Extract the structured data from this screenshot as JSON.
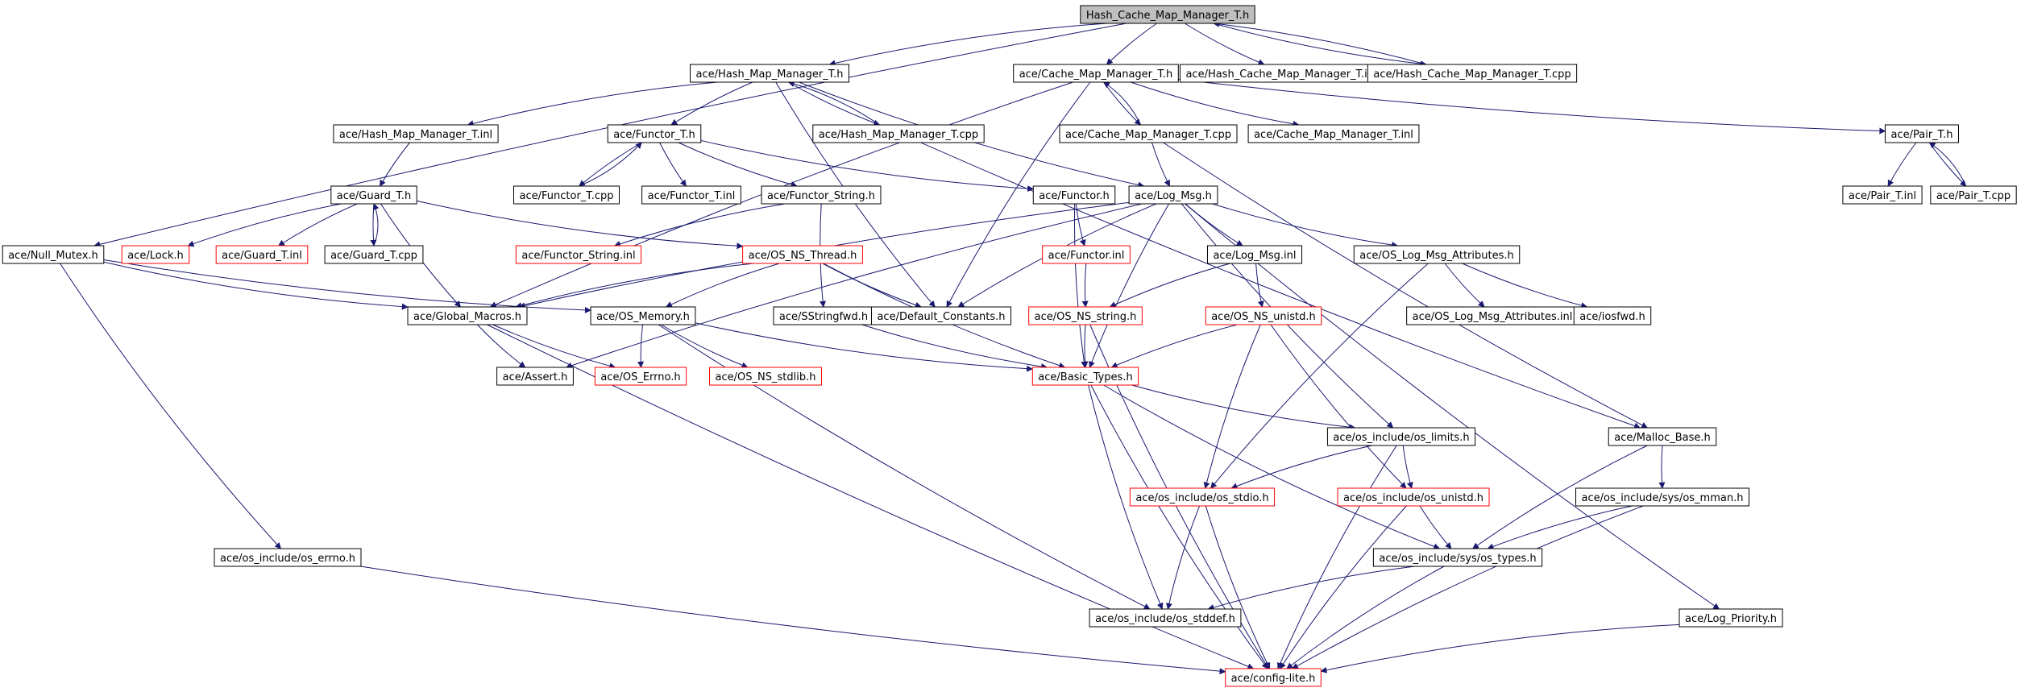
{
  "nodes": [
    {
      "id": "root",
      "label": "Hash_Cache_Map_Manager_T.h",
      "style": "root"
    },
    {
      "id": "hmm_h",
      "label": "ace/Hash_Map_Manager_T.h",
      "style": "normal"
    },
    {
      "id": "cmm_h",
      "label": "ace/Cache_Map_Manager_T.h",
      "style": "normal"
    },
    {
      "id": "hcmm_inl",
      "label": "ace/Hash_Cache_Map_Manager_T.inl",
      "style": "normal"
    },
    {
      "id": "hcmm_cpp",
      "label": "ace/Hash_Cache_Map_Manager_T.cpp",
      "style": "normal"
    },
    {
      "id": "hmm_inl",
      "label": "ace/Hash_Map_Manager_T.inl",
      "style": "normal"
    },
    {
      "id": "functor_t_h",
      "label": "ace/Functor_T.h",
      "style": "normal"
    },
    {
      "id": "hmm_cpp",
      "label": "ace/Hash_Map_Manager_T.cpp",
      "style": "normal"
    },
    {
      "id": "cmm_cpp",
      "label": "ace/Cache_Map_Manager_T.cpp",
      "style": "normal"
    },
    {
      "id": "cmm_inl",
      "label": "ace/Cache_Map_Manager_T.inl",
      "style": "normal"
    },
    {
      "id": "pair_h",
      "label": "ace/Pair_T.h",
      "style": "normal"
    },
    {
      "id": "functor_t_cpp",
      "label": "ace/Functor_T.cpp",
      "style": "normal"
    },
    {
      "id": "functor_t_inl",
      "label": "ace/Functor_T.inl",
      "style": "normal"
    },
    {
      "id": "functor_string_h",
      "label": "ace/Functor_String.h",
      "style": "normal"
    },
    {
      "id": "functor_h",
      "label": "ace/Functor.h",
      "style": "normal"
    },
    {
      "id": "log_msg_h",
      "label": "ace/Log_Msg.h",
      "style": "normal"
    },
    {
      "id": "pair_inl",
      "label": "ace/Pair_T.inl",
      "style": "normal"
    },
    {
      "id": "pair_cpp",
      "label": "ace/Pair_T.cpp",
      "style": "normal"
    },
    {
      "id": "guard_h",
      "label": "ace/Guard_T.h",
      "style": "normal"
    },
    {
      "id": "null_mutex",
      "label": "ace/Null_Mutex.h",
      "style": "normal"
    },
    {
      "id": "lock_h",
      "label": "ace/Lock.h",
      "style": "red"
    },
    {
      "id": "guard_inl",
      "label": "ace/Guard_T.inl",
      "style": "red"
    },
    {
      "id": "guard_cpp",
      "label": "ace/Guard_T.cpp",
      "style": "normal"
    },
    {
      "id": "functor_string_inl",
      "label": "ace/Functor_String.inl",
      "style": "red"
    },
    {
      "id": "os_ns_thread",
      "label": "ace/OS_NS_Thread.h",
      "style": "red"
    },
    {
      "id": "functor_inl",
      "label": "ace/Functor.inl",
      "style": "red"
    },
    {
      "id": "log_msg_inl",
      "label": "ace/Log_Msg.inl",
      "style": "normal"
    },
    {
      "id": "os_log_attr_h",
      "label": "ace/OS_Log_Msg_Attributes.h",
      "style": "normal"
    },
    {
      "id": "global_macros",
      "label": "ace/Global_Macros.h",
      "style": "normal"
    },
    {
      "id": "os_memory",
      "label": "ace/OS_Memory.h",
      "style": "normal"
    },
    {
      "id": "sstringfwd",
      "label": "ace/SStringfwd.h",
      "style": "normal"
    },
    {
      "id": "default_constants",
      "label": "ace/Default_Constants.h",
      "style": "normal"
    },
    {
      "id": "os_ns_string",
      "label": "ace/OS_NS_string.h",
      "style": "red"
    },
    {
      "id": "os_ns_unistd",
      "label": "ace/OS_NS_unistd.h",
      "style": "red"
    },
    {
      "id": "os_log_attr_inl",
      "label": "ace/OS_Log_Msg_Attributes.inl",
      "style": "normal"
    },
    {
      "id": "iosfwd",
      "label": "ace/iosfwd.h",
      "style": "normal"
    },
    {
      "id": "assert_h",
      "label": "ace/Assert.h",
      "style": "normal"
    },
    {
      "id": "os_errno",
      "label": "ace/OS_Errno.h",
      "style": "red"
    },
    {
      "id": "os_ns_stdlib",
      "label": "ace/OS_NS_stdlib.h",
      "style": "red"
    },
    {
      "id": "basic_types",
      "label": "ace/Basic_Types.h",
      "style": "red"
    },
    {
      "id": "os_limits",
      "label": "ace/os_include/os_limits.h",
      "style": "normal"
    },
    {
      "id": "malloc_base",
      "label": "ace/Malloc_Base.h",
      "style": "normal"
    },
    {
      "id": "os_stdio",
      "label": "ace/os_include/os_stdio.h",
      "style": "red"
    },
    {
      "id": "os_unistd",
      "label": "ace/os_include/os_unistd.h",
      "style": "red"
    },
    {
      "id": "os_mman",
      "label": "ace/os_include/sys/os_mman.h",
      "style": "normal"
    },
    {
      "id": "os_errno_inc",
      "label": "ace/os_include/os_errno.h",
      "style": "normal"
    },
    {
      "id": "os_types",
      "label": "ace/os_include/sys/os_types.h",
      "style": "normal"
    },
    {
      "id": "os_stddef",
      "label": "ace/os_include/os_stddef.h",
      "style": "normal"
    },
    {
      "id": "log_priority",
      "label": "ace/Log_Priority.h",
      "style": "normal"
    },
    {
      "id": "config_lite",
      "label": "ace/config-lite.h",
      "style": "red"
    }
  ],
  "edges": [
    [
      "root",
      "hmm_h"
    ],
    [
      "root",
      "cmm_h"
    ],
    [
      "root",
      "hcmm_inl"
    ],
    [
      "root",
      "hcmm_cpp"
    ],
    [
      "root",
      "null_mutex"
    ],
    [
      "hcmm_cpp",
      "root"
    ],
    [
      "hmm_h",
      "hmm_inl"
    ],
    [
      "hmm_h",
      "functor_t_h"
    ],
    [
      "hmm_h",
      "hmm_cpp"
    ],
    [
      "hmm_h",
      "log_msg_h"
    ],
    [
      "hmm_h",
      "default_constants"
    ],
    [
      "hmm_cpp",
      "hmm_h"
    ],
    [
      "hmm_cpp",
      "malloc_base"
    ],
    [
      "cmm_h",
      "cmm_cpp"
    ],
    [
      "cmm_h",
      "cmm_inl"
    ],
    [
      "cmm_h",
      "pair_h"
    ],
    [
      "cmm_h",
      "global_macros"
    ],
    [
      "cmm_h",
      "default_constants"
    ],
    [
      "cmm_cpp",
      "cmm_h"
    ],
    [
      "cmm_cpp",
      "log_msg_h"
    ],
    [
      "cmm_cpp",
      "malloc_base"
    ],
    [
      "pair_h",
      "pair_inl"
    ],
    [
      "pair_h",
      "pair_cpp"
    ],
    [
      "pair_cpp",
      "pair_h"
    ],
    [
      "hmm_inl",
      "guard_h"
    ],
    [
      "functor_t_h",
      "functor_t_cpp"
    ],
    [
      "functor_t_h",
      "functor_t_inl"
    ],
    [
      "functor_t_h",
      "functor_string_h"
    ],
    [
      "functor_t_h",
      "functor_h"
    ],
    [
      "functor_t_cpp",
      "functor_t_h"
    ],
    [
      "functor_string_h",
      "functor_string_inl"
    ],
    [
      "functor_string_h",
      "sstringfwd"
    ],
    [
      "functor_h",
      "functor_inl"
    ],
    [
      "functor_h",
      "basic_types"
    ],
    [
      "functor_inl",
      "os_ns_string"
    ],
    [
      "guard_h",
      "lock_h"
    ],
    [
      "guard_h",
      "guard_inl"
    ],
    [
      "guard_h",
      "guard_cpp"
    ],
    [
      "guard_h",
      "global_macros"
    ],
    [
      "guard_h",
      "os_ns_thread"
    ],
    [
      "guard_cpp",
      "guard_h"
    ],
    [
      "null_mutex",
      "global_macros"
    ],
    [
      "null_mutex",
      "os_memory"
    ],
    [
      "null_mutex",
      "os_errno_inc"
    ],
    [
      "log_msg_h",
      "log_msg_inl"
    ],
    [
      "log_msg_h",
      "os_log_attr_h"
    ],
    [
      "log_msg_h",
      "global_macros"
    ],
    [
      "log_msg_h",
      "default_constants"
    ],
    [
      "log_msg_h",
      "assert_h"
    ],
    [
      "log_msg_h",
      "os_limits"
    ],
    [
      "log_msg_h",
      "log_priority"
    ],
    [
      "log_msg_h",
      "basic_types"
    ],
    [
      "log_msg_inl",
      "os_ns_string"
    ],
    [
      "log_msg_inl",
      "os_ns_unistd"
    ],
    [
      "os_log_attr_h",
      "os_log_attr_inl"
    ],
    [
      "os_log_attr_h",
      "iosfwd"
    ],
    [
      "os_log_attr_h",
      "os_stdio"
    ],
    [
      "os_ns_thread",
      "global_macros"
    ],
    [
      "os_ns_thread",
      "default_constants"
    ],
    [
      "os_ns_thread",
      "basic_types"
    ],
    [
      "os_ns_thread",
      "os_memory"
    ],
    [
      "global_macros",
      "assert_h"
    ],
    [
      "global_macros",
      "os_errno"
    ],
    [
      "global_macros",
      "config_lite"
    ],
    [
      "os_memory",
      "os_errno"
    ],
    [
      "os_memory",
      "os_ns_stdlib"
    ],
    [
      "os_memory",
      "basic_types"
    ],
    [
      "os_memory",
      "os_stddef"
    ],
    [
      "sstringfwd",
      "basic_types"
    ],
    [
      "os_ns_string",
      "basic_types"
    ],
    [
      "os_ns_string",
      "config_lite"
    ],
    [
      "os_ns_unistd",
      "basic_types"
    ],
    [
      "os_ns_unistd",
      "os_stdio"
    ],
    [
      "os_ns_unistd",
      "os_unistd"
    ],
    [
      "basic_types",
      "os_limits"
    ],
    [
      "basic_types",
      "os_stddef"
    ],
    [
      "basic_types",
      "os_types"
    ],
    [
      "basic_types",
      "config_lite"
    ],
    [
      "os_limits",
      "os_stdio"
    ],
    [
      "os_limits",
      "os_unistd"
    ],
    [
      "os_limits",
      "config_lite"
    ],
    [
      "malloc_base",
      "os_mman"
    ],
    [
      "malloc_base",
      "os_types"
    ],
    [
      "os_mman",
      "os_types"
    ],
    [
      "os_mman",
      "config_lite"
    ],
    [
      "os_stdio",
      "os_stddef"
    ],
    [
      "os_stdio",
      "config_lite"
    ],
    [
      "os_unistd",
      "os_types"
    ],
    [
      "os_unistd",
      "config_lite"
    ],
    [
      "os_types",
      "os_stddef"
    ],
    [
      "os_types",
      "config_lite"
    ],
    [
      "os_errno_inc",
      "config_lite"
    ],
    [
      "log_priority",
      "config_lite"
    ]
  ],
  "colors": {
    "edge": "#191970",
    "border_normal": "#000000",
    "border_red": "#ff0000",
    "root_fill": "#bfbfbf",
    "fill": "#ffffff",
    "text": "#000000"
  }
}
